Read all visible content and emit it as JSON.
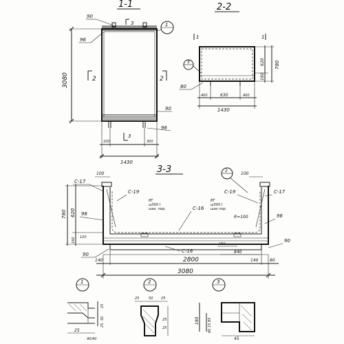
{
  "section_1_1": {
    "title": "1-1",
    "height_dim": "3080",
    "width_dim": "1430",
    "left_offset": "100",
    "right_offset": "300",
    "mark_90_top": "90",
    "mark_96_top": "96",
    "mark_90_bottom": "90",
    "mark_96_bottom": "96",
    "cut_2_left": "2",
    "cut_2_right": "2",
    "cut_3_top": "3",
    "cut_3_bottom": "3",
    "callout_1": "1"
  },
  "section_2_2": {
    "title": "2-2",
    "marker_left": "1",
    "marker_right": "1",
    "height_total": "780",
    "height_upper": "620",
    "height_lower": "160",
    "base_mark": "80",
    "dim_left": "400",
    "dim_mid": "630",
    "dim_right": "400",
    "width_total": "1430",
    "callout_3": "3"
  },
  "section_3_3": {
    "title": "3-3",
    "dim_top_left": "100",
    "dim_top_right": "100",
    "label_c17_left": "С-17",
    "label_c19_left": "С-19",
    "label_c19_right": "С-19",
    "label_c17_right": "С-17",
    "label_c16": "С-16",
    "label_c18": "С-18",
    "note_left": "8Т\nш500 I\nшах. пор.",
    "note_right": "8Т\nш500 I\nшах пор.",
    "radius": "R=100",
    "h_total": "780",
    "h_upper": "620",
    "h_lower": "160",
    "h_base": "120",
    "mark_96_left": "96",
    "mark_96_right": "96",
    "mark_90_left": "90",
    "mark_90_right": "90",
    "dim_150": "150",
    "dim_840": "840",
    "dim_140_left": "140",
    "dim_2800": "2800",
    "dim_140_right": "140",
    "dim_80": "80",
    "dim_3080": "3080",
    "callout_2": "2"
  },
  "detail_1": {
    "callout": "1",
    "dim_25_top": "25",
    "dim_50": "50",
    "dim_25_mid": "25",
    "dim_25_left": "25",
    "dim_bottom": "40/40"
  },
  "detail_2": {
    "callout": "2",
    "dim_25a": "25",
    "dim_50": "50",
    "dim_25b": "25",
    "dim_25_side": "25",
    "dim_25_low": "25"
  },
  "detail_3": {
    "callout": "3",
    "dim_180": "180",
    "dim_stack": "60 15 85",
    "dim_45": "45"
  }
}
